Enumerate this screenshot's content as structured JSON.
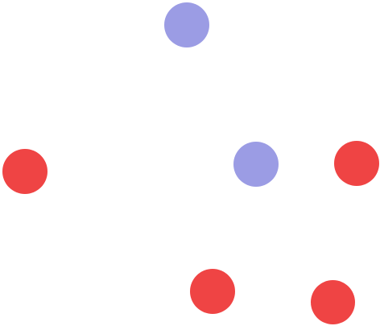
{
  "colors": {
    "red": "#ef4444",
    "blue": "#9b9ce4",
    "background": "#ffffff"
  },
  "dots": [
    {
      "color": "blue"
    },
    {
      "color": "red"
    },
    {
      "color": "blue"
    },
    {
      "color": "red"
    },
    {
      "color": "red"
    },
    {
      "color": "red"
    }
  ]
}
